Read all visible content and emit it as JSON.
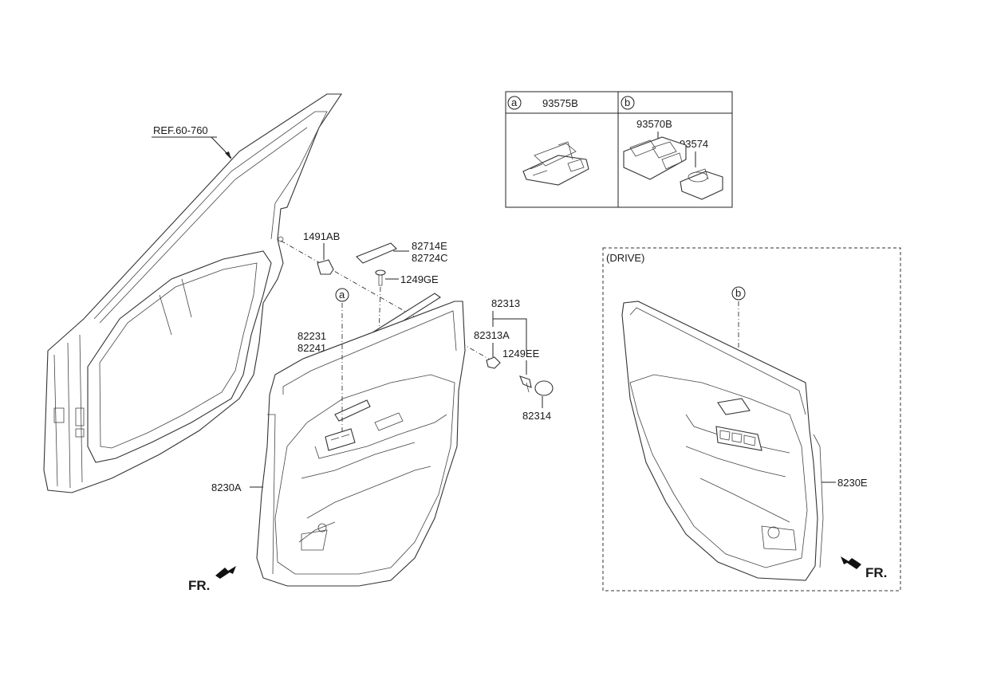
{
  "ref_label": "REF.60-760",
  "table": {
    "col_a": {
      "marker": "a",
      "parts": [
        "93575B"
      ]
    },
    "col_b": {
      "marker": "b",
      "parts": [
        "93570B",
        "93574"
      ]
    }
  },
  "drive_box": {
    "title": "(DRIVE)",
    "marker": "b",
    "panel_label": "8230E",
    "fr_label": "FR."
  },
  "parts": {
    "clip_1491": "1491AB",
    "trim_upper": "82714E",
    "trim_lower": "82724C",
    "screw_1249ge": "1249GE",
    "bolt_82313": "82313",
    "bolt_82313a": "82313A",
    "screw_1249ee": "1249EE",
    "cap_82314": "82314",
    "strip_upper": "82231",
    "strip_lower": "82241",
    "panel_main": "8230A"
  },
  "main_marker": "a",
  "main_fr_label": "FR."
}
